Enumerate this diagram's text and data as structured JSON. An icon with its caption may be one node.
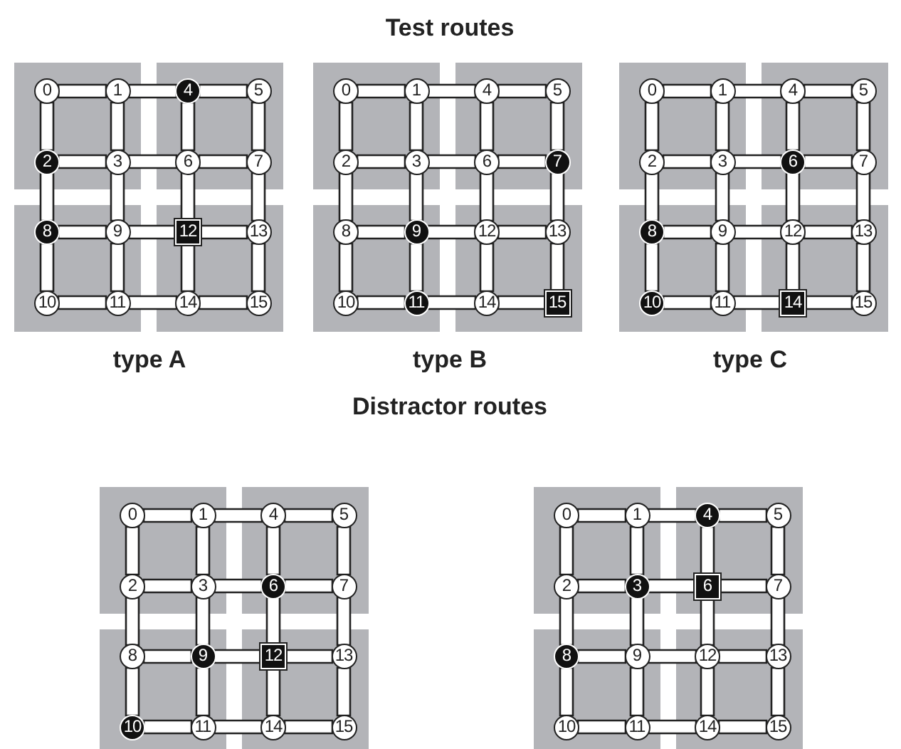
{
  "diagram": {
    "nodes": [
      {
        "text": [
          "0"
        ]
      },
      {
        "text": [
          "1"
        ]
      },
      {
        "text": [
          "4"
        ]
      },
      {
        "text": [
          "5"
        ]
      },
      {
        "text": [
          "2"
        ]
      },
      {
        "text": [
          "3"
        ]
      },
      {
        "text": [
          "6"
        ]
      },
      {
        "text": [
          "7"
        ]
      },
      {
        "text": [
          "8"
        ]
      },
      {
        "text": [
          "9"
        ]
      },
      {
        "text": [
          "12"
        ]
      },
      {
        "text": [
          "13"
        ]
      },
      {
        "text": [
          "10"
        ]
      },
      {
        "text": [
          "11"
        ]
      },
      {
        "text": [
          "14"
        ]
      },
      {
        "text": [
          "15"
        ]
      },
      {
        "text": [
          "0"
        ]
      },
      {
        "text": [
          "1"
        ]
      },
      {
        "text": [
          "4"
        ]
      },
      {
        "text": [
          "5"
        ]
      },
      {
        "text": [
          "2"
        ]
      },
      {
        "text": [
          "3"
        ]
      },
      {
        "text": [
          "6"
        ]
      },
      {
        "text": [
          "7"
        ]
      },
      {
        "text": [
          "8"
        ]
      },
      {
        "text": [
          "9"
        ]
      },
      {
        "text": [
          "12"
        ]
      },
      {
        "text": [
          "13"
        ]
      },
      {
        "text": [
          "10"
        ]
      },
      {
        "text": [
          "11"
        ]
      },
      {
        "text": [
          "14"
        ]
      },
      {
        "text": [
          "15"
        ]
      },
      {
        "text": [
          "0"
        ]
      },
      {
        "text": [
          "1"
        ]
      },
      {
        "text": [
          "4"
        ]
      },
      {
        "text": [
          "5"
        ]
      },
      {
        "text": [
          "2"
        ]
      },
      {
        "text": [
          "3"
        ]
      },
      {
        "text": [
          "6"
        ]
      },
      {
        "text": [
          "7"
        ]
      },
      {
        "text": [
          "8"
        ]
      },
      {
        "text": [
          "9"
        ]
      },
      {
        "text": [
          "12"
        ]
      },
      {
        "text": [
          "13"
        ]
      },
      {
        "text": [
          "10"
        ]
      },
      {
        "text": [
          "11"
        ]
      },
      {
        "text": [
          "14"
        ]
      },
      {
        "text": [
          "15"
        ]
      },
      {
        "text": [
          "0"
        ]
      },
      {
        "text": [
          "1"
        ]
      },
      {
        "text": [
          "4"
        ]
      },
      {
        "text": [
          "5"
        ]
      },
      {
        "text": [
          "2"
        ]
      },
      {
        "text": [
          "3"
        ]
      },
      {
        "text": [
          "6"
        ]
      },
      {
        "text": [
          "7"
        ]
      },
      {
        "text": [
          "8"
        ]
      },
      {
        "text": [
          "9"
        ]
      },
      {
        "text": [
          "12"
        ]
      },
      {
        "text": [
          "13"
        ]
      },
      {
        "text": [
          "10"
        ]
      },
      {
        "text": [
          "11"
        ]
      },
      {
        "text": [
          "14"
        ]
      },
      {
        "text": [
          "15"
        ]
      },
      {
        "text": [
          "0"
        ]
      },
      {
        "text": [
          "1"
        ]
      },
      {
        "text": [
          "4"
        ]
      },
      {
        "text": [
          "5"
        ]
      },
      {
        "text": [
          "2"
        ]
      },
      {
        "text": [
          "3"
        ]
      },
      {
        "text": [
          "6"
        ]
      },
      {
        "text": [
          "7"
        ]
      },
      {
        "text": [
          "8"
        ]
      },
      {
        "text": [
          "9"
        ]
      },
      {
        "text": [
          "12"
        ]
      },
      {
        "text": [
          "13"
        ]
      },
      {
        "text": [
          "10"
        ]
      },
      {
        "text": [
          "11"
        ]
      },
      {
        "text": [
          "14"
        ]
      },
      {
        "text": [
          "15"
        ]
      }
    ],
    "edges": [
      {
        "from": 0,
        "to": 1,
        "arrow": "none"
      },
      {
        "from": 1,
        "to": 2,
        "arrow": "none"
      },
      {
        "from": 2,
        "to": 3,
        "arrow": "none"
      },
      {
        "from": 4,
        "to": 5,
        "arrow": "none"
      },
      {
        "from": 5,
        "to": 6,
        "arrow": "none"
      },
      {
        "from": 6,
        "to": 7,
        "arrow": "none"
      },
      {
        "from": 8,
        "to": 9,
        "arrow": "none"
      },
      {
        "from": 9,
        "to": 10,
        "arrow": "none"
      },
      {
        "from": 10,
        "to": 11,
        "arrow": "none"
      },
      {
        "from": 12,
        "to": 13,
        "arrow": "none"
      },
      {
        "from": 13,
        "to": 14,
        "arrow": "none"
      },
      {
        "from": 14,
        "to": 15,
        "arrow": "none"
      },
      {
        "from": 0,
        "to": 4,
        "arrow": "none"
      },
      {
        "from": 4,
        "to": 8,
        "arrow": "none"
      },
      {
        "from": 8,
        "to": 12,
        "arrow": "none"
      },
      {
        "from": 1,
        "to": 5,
        "arrow": "none"
      },
      {
        "from": 5,
        "to": 9,
        "arrow": "none"
      },
      {
        "from": 9,
        "to": 13,
        "arrow": "none"
      },
      {
        "from": 2,
        "to": 6,
        "arrow": "none"
      },
      {
        "from": 6,
        "to": 10,
        "arrow": "none"
      },
      {
        "from": 10,
        "to": 14,
        "arrow": "none"
      },
      {
        "from": 3,
        "to": 7,
        "arrow": "none"
      },
      {
        "from": 7,
        "to": 11,
        "arrow": "none"
      },
      {
        "from": 11,
        "to": 15,
        "arrow": "none"
      },
      {
        "from": 16,
        "to": 17,
        "arrow": "none"
      },
      {
        "from": 17,
        "to": 18,
        "arrow": "none"
      },
      {
        "from": 18,
        "to": 19,
        "arrow": "none"
      },
      {
        "from": 20,
        "to": 21,
        "arrow": "none"
      },
      {
        "from": 21,
        "to": 22,
        "arrow": "none"
      },
      {
        "from": 22,
        "to": 23,
        "arrow": "none"
      },
      {
        "from": 24,
        "to": 25,
        "arrow": "none"
      },
      {
        "from": 25,
        "to": 26,
        "arrow": "none"
      },
      {
        "from": 26,
        "to": 27,
        "arrow": "none"
      },
      {
        "from": 28,
        "to": 29,
        "arrow": "none"
      },
      {
        "from": 29,
        "to": 30,
        "arrow": "none"
      },
      {
        "from": 30,
        "to": 31,
        "arrow": "none"
      },
      {
        "from": 16,
        "to": 20,
        "arrow": "none"
      },
      {
        "from": 20,
        "to": 24,
        "arrow": "none"
      },
      {
        "from": 24,
        "to": 28,
        "arrow": "none"
      },
      {
        "from": 17,
        "to": 21,
        "arrow": "none"
      },
      {
        "from": 21,
        "to": 25,
        "arrow": "none"
      },
      {
        "from": 25,
        "to": 29,
        "arrow": "none"
      },
      {
        "from": 18,
        "to": 22,
        "arrow": "none"
      },
      {
        "from": 22,
        "to": 26,
        "arrow": "none"
      },
      {
        "from": 26,
        "to": 30,
        "arrow": "none"
      },
      {
        "from": 19,
        "to": 23,
        "arrow": "none"
      },
      {
        "from": 23,
        "to": 27,
        "arrow": "none"
      },
      {
        "from": 27,
        "to": 31,
        "arrow": "none"
      },
      {
        "from": 32,
        "to": 33,
        "arrow": "none"
      },
      {
        "from": 33,
        "to": 34,
        "arrow": "none"
      },
      {
        "from": 34,
        "to": 35,
        "arrow": "none"
      },
      {
        "from": 36,
        "to": 37,
        "arrow": "none"
      },
      {
        "from": 37,
        "to": 38,
        "arrow": "none"
      },
      {
        "from": 38,
        "to": 39,
        "arrow": "none"
      },
      {
        "from": 40,
        "to": 41,
        "arrow": "none"
      },
      {
        "from": 41,
        "to": 42,
        "arrow": "none"
      },
      {
        "from": 42,
        "to": 43,
        "arrow": "none"
      },
      {
        "from": 44,
        "to": 45,
        "arrow": "none"
      },
      {
        "from": 45,
        "to": 46,
        "arrow": "none"
      },
      {
        "from": 46,
        "to": 47,
        "arrow": "none"
      },
      {
        "from": 32,
        "to": 36,
        "arrow": "none"
      },
      {
        "from": 36,
        "to": 40,
        "arrow": "none"
      },
      {
        "from": 40,
        "to": 44,
        "arrow": "none"
      },
      {
        "from": 33,
        "to": 37,
        "arrow": "none"
      },
      {
        "from": 37,
        "to": 41,
        "arrow": "none"
      },
      {
        "from": 41,
        "to": 45,
        "arrow": "none"
      },
      {
        "from": 34,
        "to": 38,
        "arrow": "none"
      },
      {
        "from": 38,
        "to": 42,
        "arrow": "none"
      },
      {
        "from": 42,
        "to": 46,
        "arrow": "none"
      },
      {
        "from": 35,
        "to": 39,
        "arrow": "none"
      },
      {
        "from": 39,
        "to": 43,
        "arrow": "none"
      },
      {
        "from": 43,
        "to": 47,
        "arrow": "none"
      },
      {
        "from": 48,
        "to": 49,
        "arrow": "none"
      },
      {
        "from": 49,
        "to": 50,
        "arrow": "none"
      },
      {
        "from": 50,
        "to": 51,
        "arrow": "none"
      },
      {
        "from": 52,
        "to": 53,
        "arrow": "none"
      },
      {
        "from": 53,
        "to": 54,
        "arrow": "none"
      },
      {
        "from": 54,
        "to": 55,
        "arrow": "none"
      },
      {
        "from": 56,
        "to": 57,
        "arrow": "none"
      },
      {
        "from": 57,
        "to": 58,
        "arrow": "none"
      },
      {
        "from": 58,
        "to": 59,
        "arrow": "none"
      },
      {
        "from": 60,
        "to": 61,
        "arrow": "none"
      },
      {
        "from": 61,
        "to": 62,
        "arrow": "none"
      },
      {
        "from": 62,
        "to": 63,
        "arrow": "none"
      },
      {
        "from": 48,
        "to": 52,
        "arrow": "none"
      },
      {
        "from": 52,
        "to": 56,
        "arrow": "none"
      },
      {
        "from": 56,
        "to": 60,
        "arrow": "none"
      },
      {
        "from": 49,
        "to": 53,
        "arrow": "none"
      },
      {
        "from": 53,
        "to": 57,
        "arrow": "none"
      },
      {
        "from": 57,
        "to": 61,
        "arrow": "none"
      },
      {
        "from": 50,
        "to": 54,
        "arrow": "none"
      },
      {
        "from": 54,
        "to": 58,
        "arrow": "none"
      },
      {
        "from": 58,
        "to": 62,
        "arrow": "none"
      },
      {
        "from": 51,
        "to": 55,
        "arrow": "none"
      },
      {
        "from": 55,
        "to": 59,
        "arrow": "none"
      },
      {
        "from": 59,
        "to": 63,
        "arrow": "none"
      },
      {
        "from": 64,
        "to": 65,
        "arrow": "none"
      },
      {
        "from": 65,
        "to": 66,
        "arrow": "none"
      },
      {
        "from": 66,
        "to": 67,
        "arrow": "none"
      },
      {
        "from": 68,
        "to": 69,
        "arrow": "none"
      },
      {
        "from": 69,
        "to": 70,
        "arrow": "none"
      },
      {
        "from": 70,
        "to": 71,
        "arrow": "none"
      },
      {
        "from": 72,
        "to": 73,
        "arrow": "none"
      },
      {
        "from": 73,
        "to": 74,
        "arrow": "none"
      },
      {
        "from": 74,
        "to": 75,
        "arrow": "none"
      },
      {
        "from": 76,
        "to": 77,
        "arrow": "none"
      },
      {
        "from": 77,
        "to": 78,
        "arrow": "none"
      },
      {
        "from": 78,
        "to": 79,
        "arrow": "none"
      },
      {
        "from": 64,
        "to": 68,
        "arrow": "none"
      },
      {
        "from": 68,
        "to": 72,
        "arrow": "none"
      },
      {
        "from": 72,
        "to": 76,
        "arrow": "none"
      },
      {
        "from": 65,
        "to": 69,
        "arrow": "none"
      },
      {
        "from": 69,
        "to": 73,
        "arrow": "none"
      },
      {
        "from": 73,
        "to": 77,
        "arrow": "none"
      },
      {
        "from": 66,
        "to": 70,
        "arrow": "none"
      },
      {
        "from": 70,
        "to": 74,
        "arrow": "none"
      },
      {
        "from": 74,
        "to": 78,
        "arrow": "none"
      },
      {
        "from": 67,
        "to": 71,
        "arrow": "none"
      },
      {
        "from": 71,
        "to": 75,
        "arrow": "none"
      },
      {
        "from": 75,
        "to": 79,
        "arrow": "none"
      }
    ],
    "labels": [
      "Test routes",
      "type A",
      "type B",
      "type C",
      "Distractor routes"
    ]
  }
}
